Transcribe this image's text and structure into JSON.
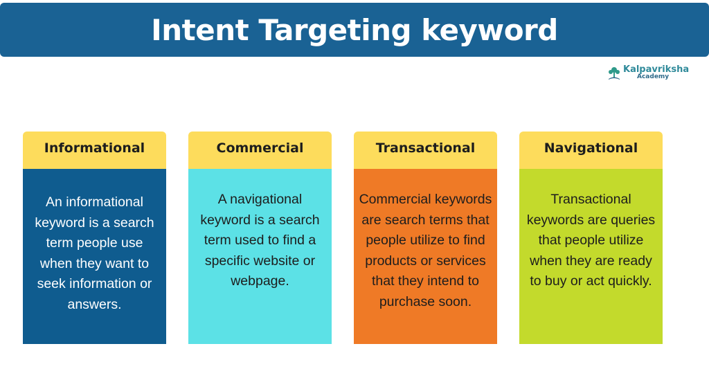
{
  "title": "Intent Targeting keyword",
  "logo": {
    "name": "Kalpavriksha",
    "sub": "Academy"
  },
  "cards": [
    {
      "heading": "Informational",
      "body": "An informational keyword is a search term people use when they want to seek information or answers."
    },
    {
      "heading": "Commercial",
      "body": "A navigational keyword is a search term used to find a specific website or webpage."
    },
    {
      "heading": "Transactional",
      "body": "Commercial keywords are search terms that people utilize to find products or services that they intend to purchase soon."
    },
    {
      "heading": "Navigational",
      "body": "Transactional keywords are queries that people utilize when they are ready to buy or act quickly."
    }
  ],
  "colors": {
    "title_bar": "#1a6294",
    "card_header": "#fddc5c",
    "informational": "#0f5c8f",
    "commercial": "#5ce1e6",
    "transactional": "#ef7a26",
    "navigational": "#c3da2c"
  }
}
